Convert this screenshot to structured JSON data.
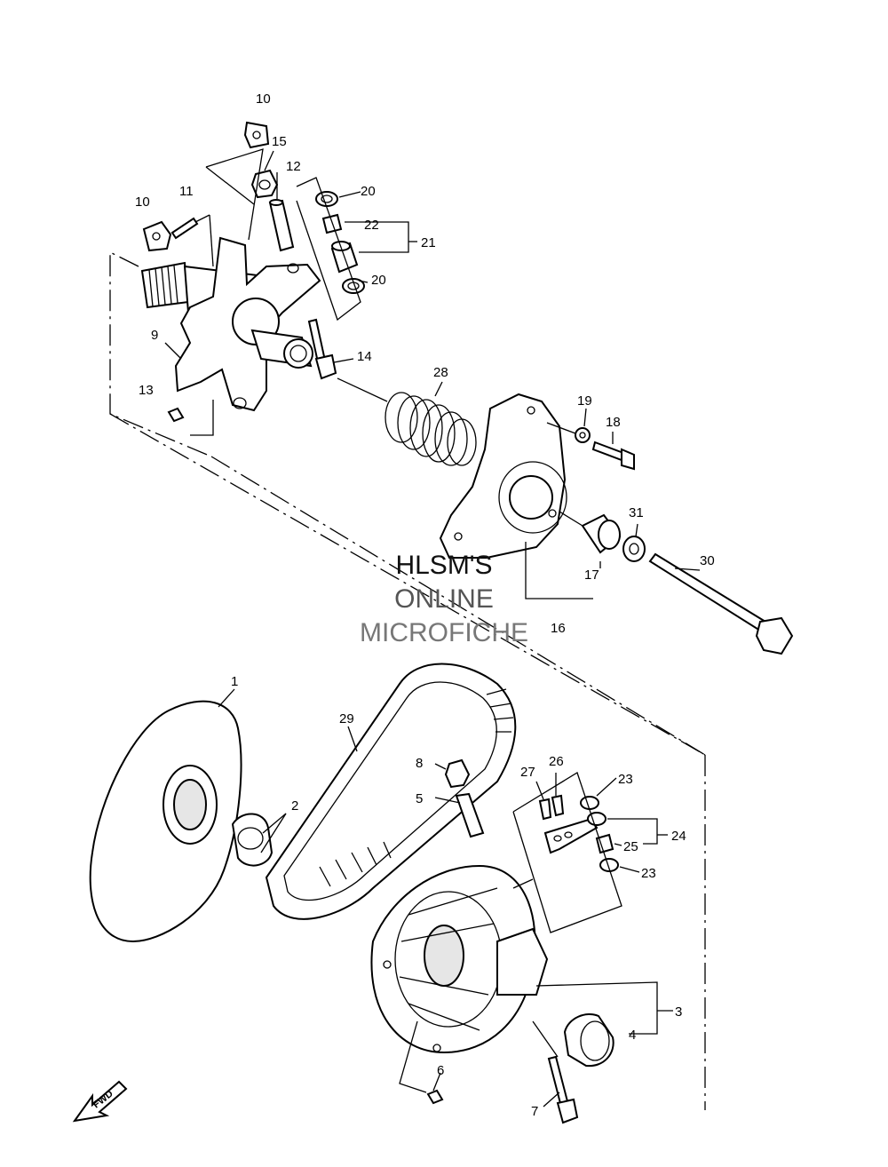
{
  "watermark": {
    "line1": "HLSM'S",
    "line2": "ONLINE",
    "line3": "MICROFICHE",
    "color1": "#111111",
    "color2": "#555555",
    "color3": "#777777"
  },
  "fwd_label": "FWD",
  "callouts": [
    "1",
    "2",
    "3",
    "4",
    "5",
    "6",
    "7",
    "8",
    "9",
    "10",
    "10",
    "11",
    "12",
    "13",
    "14",
    "15",
    "16",
    "17",
    "18",
    "19",
    "20",
    "20",
    "21",
    "22",
    "23",
    "23",
    "24",
    "25",
    "26",
    "27",
    "28",
    "29",
    "30",
    "31"
  ]
}
